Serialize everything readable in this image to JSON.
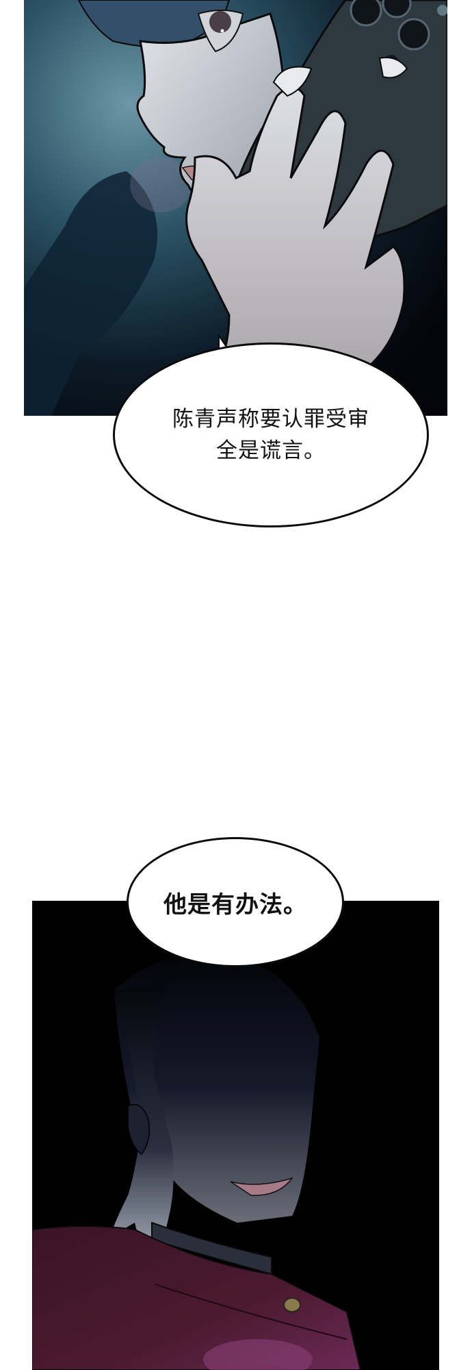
{
  "page": {
    "type": "webtoon-comic-strip",
    "background": "#ffffff"
  },
  "panels": [
    {
      "id": "panel-1",
      "scene": "close-up of woman with dark blue hair holding smartphone to ear, night blue lighting",
      "colors": {
        "bg_dark": "#05070c",
        "bg_blue": "#2a4a5e",
        "skin": "#c9cdd4",
        "phone": "#2e3a40",
        "lip": "#b88a88"
      },
      "speech_bubble": {
        "style": "regular",
        "lines": [
          "陈青声称要认罪受审",
          "全是谎言。"
        ]
      }
    },
    {
      "id": "panel-2",
      "scene": "dark panel, smirking man with shadowed face, silver-gray hair, dark red jacket with gold button",
      "colors": {
        "bg": "#000000",
        "jacket": "#4a1a2e",
        "jacket_highlight": "#7a3560",
        "hair": "#b8c2cc",
        "button": "#8a7a50"
      },
      "speech_bubble": {
        "style": "bold",
        "lines": [
          "他是有办法。"
        ]
      }
    }
  ]
}
